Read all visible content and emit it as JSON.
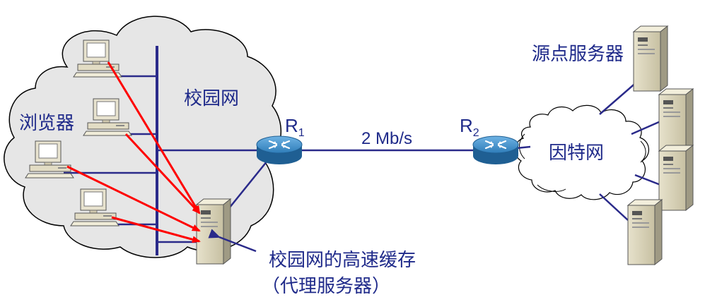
{
  "labels": {
    "campus_net": "校园网",
    "browser": "浏览器",
    "internet": "因特网",
    "origin_server": "源点服务器",
    "link_speed": "2 Mb/s",
    "cache_line1": "校园网的高速缓存",
    "cache_line2": "（代理服务器）",
    "router1": "R",
    "router1_sub": "1",
    "router2": "R",
    "router2_sub": "2"
  },
  "colors": {
    "line_blue": "#2a2a8a",
    "text_blue": "#1f2a8a",
    "request_arrow": "#ff0000",
    "cloud_fill": "#e6e6e6",
    "router_body": "#2e7bb5"
  },
  "icons": {
    "pc": "desktop-computer-icon",
    "server": "tower-server-icon",
    "router": "router-icon",
    "cloud": "cloud-icon"
  }
}
